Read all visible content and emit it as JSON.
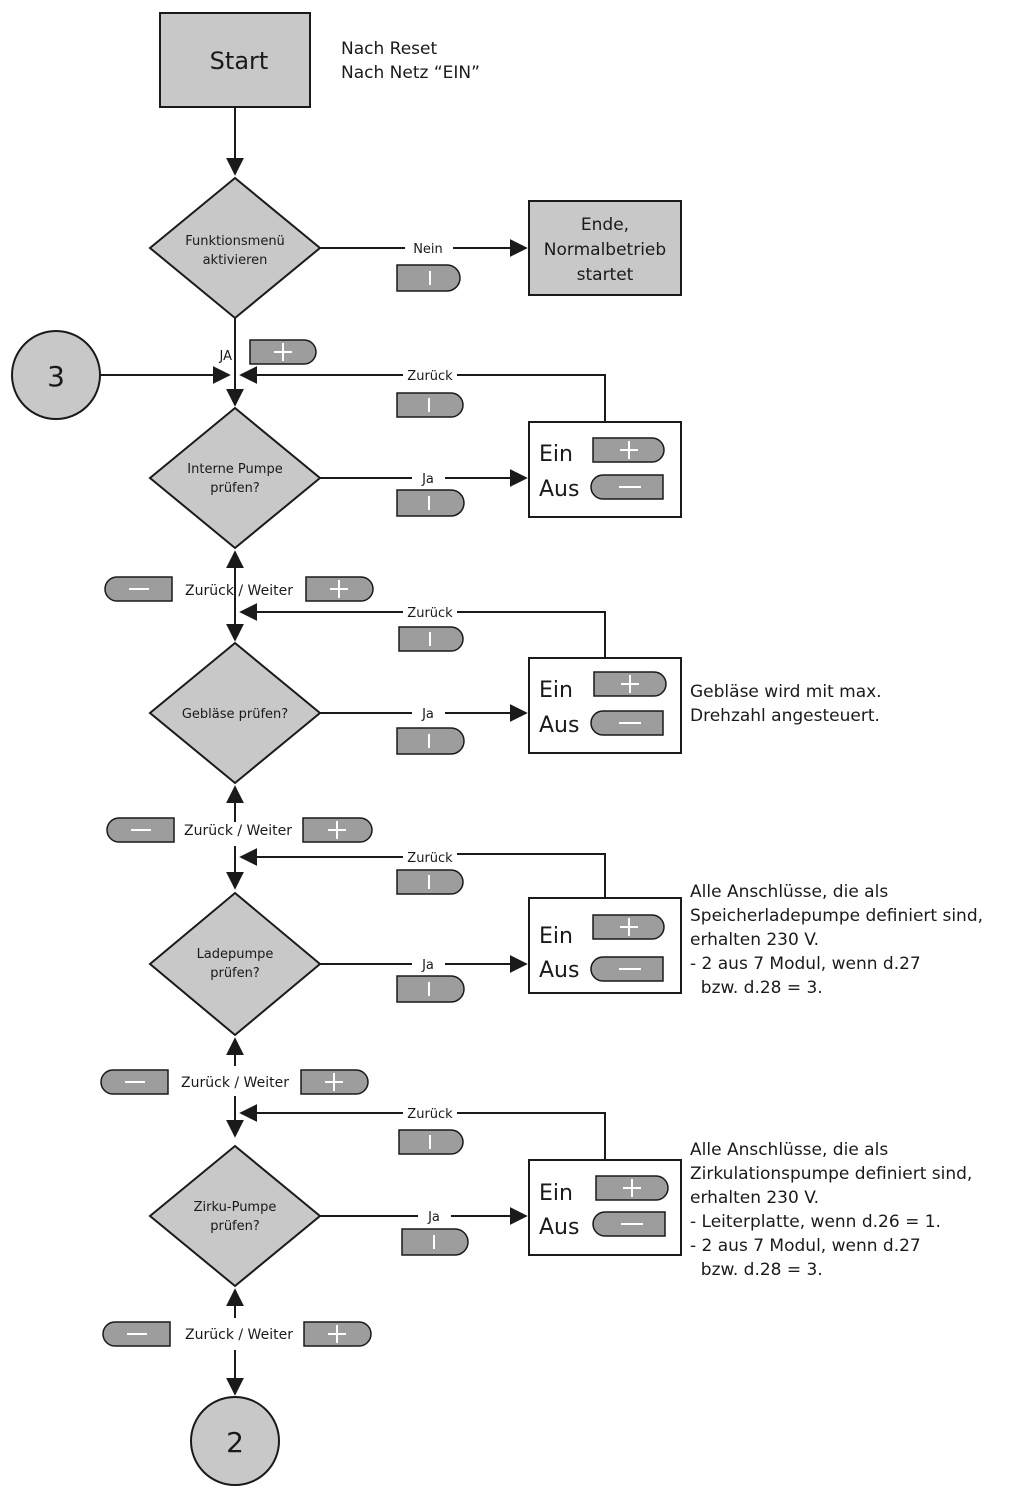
{
  "start": {
    "label": "Start"
  },
  "start_note": {
    "line1": "Nach Reset",
    "line2": "Nach Netz “EIN”"
  },
  "decision_menu": {
    "line1": "Funktionsmenü",
    "line2": "aktivieren"
  },
  "end_box": {
    "line1": "Ende,",
    "line2": "Normalbetrieb",
    "line3": "startet"
  },
  "labels": {
    "nein": "Nein",
    "ja_upper": "JA",
    "ja": "Ja",
    "zurueck": "Zurück",
    "zurueck_weiter": "Zurück / Weiter",
    "ein": "Ein",
    "aus": "Aus"
  },
  "connector_in": "3",
  "connector_out": "2",
  "steps": [
    {
      "line1": "Interne Pumpe",
      "line2": "prüfen?"
    },
    {
      "line1": "Gebläse prüfen?",
      "line2": ""
    },
    {
      "line1": "Ladepumpe",
      "line2": "prüfen?"
    },
    {
      "line1": "Zirku-Pumpe",
      "line2": "prüfen?"
    }
  ],
  "notes": {
    "geblaese": "Gebläse wird mit max.\nDrehzahl angesteuert.",
    "ladepumpe": "Alle Anschlüsse, die als\nSpeicherladepumpe definiert sind,\nerhalten 230 V.\n- 2 aus 7 Modul, wenn d.27\n  bzw. d.28 = 3.",
    "zirku": "Alle Anschlüsse, die als\nZirkulationspumpe definiert sind,\nerhalten 230 V.\n- Leiterplatte, wenn d.26 = 1.\n- 2 aus 7 Modul, wenn d.27\n  bzw. d.28 = 3."
  },
  "icons": {
    "info": "info-key-icon",
    "plus": "plus-key-icon",
    "minus": "minus-key-icon"
  },
  "colors": {
    "shape_fill": "#c8c8c8",
    "key_fill": "#9d9d9d",
    "line": "#1a1a1a"
  }
}
